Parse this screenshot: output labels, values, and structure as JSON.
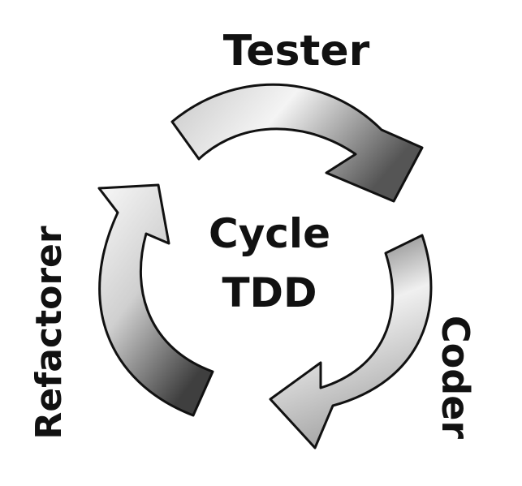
{
  "diagram": {
    "center_line1": "Cycle",
    "center_line2": "TDD",
    "label_top": "Tester",
    "label_right": "Coder",
    "label_left": "Refactorer"
  },
  "colors": {
    "arrow_dark": "#4a4a4a",
    "arrow_light": "#f2f2f2",
    "outline": "#111111",
    "text": "#111111"
  }
}
